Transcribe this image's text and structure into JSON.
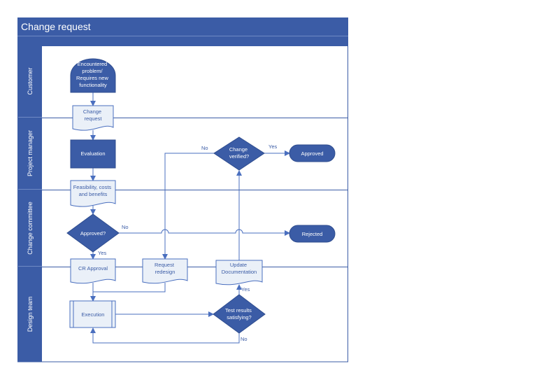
{
  "title": "Change request",
  "lanes": [
    "Customer",
    "Project manager",
    "Change committee",
    "Design team"
  ],
  "nodes": {
    "start": [
      "Encountered",
      "problem/",
      "Requires new",
      "functionality"
    ],
    "change_request": [
      "Change",
      "request"
    ],
    "evaluation": [
      "Evaluation"
    ],
    "feasibility": [
      "Feasibility, costs",
      "and benefits"
    ],
    "approved_decision": [
      "Approved?"
    ],
    "rejected": [
      "Rejected"
    ],
    "change_verified": [
      "Change",
      "verified?"
    ],
    "approved_end": [
      "Approved"
    ],
    "cr_approval": [
      "CR Approval"
    ],
    "request_redesign": [
      "Request",
      "redesign"
    ],
    "update_doc": [
      "Update",
      "Documentation"
    ],
    "execution": [
      "Execution"
    ],
    "test_results": [
      "Test results",
      "satisfying?"
    ]
  },
  "edge_labels": {
    "approved_yes": "Yes",
    "approved_no": "No",
    "verified_no": "No",
    "verified_yes": "Yes",
    "test_yes": "Yes",
    "test_no": "No"
  },
  "colors": {
    "primary": "#3b5ca6",
    "doc_fill": "#eaf0f8",
    "line": "#4a6fbf"
  }
}
